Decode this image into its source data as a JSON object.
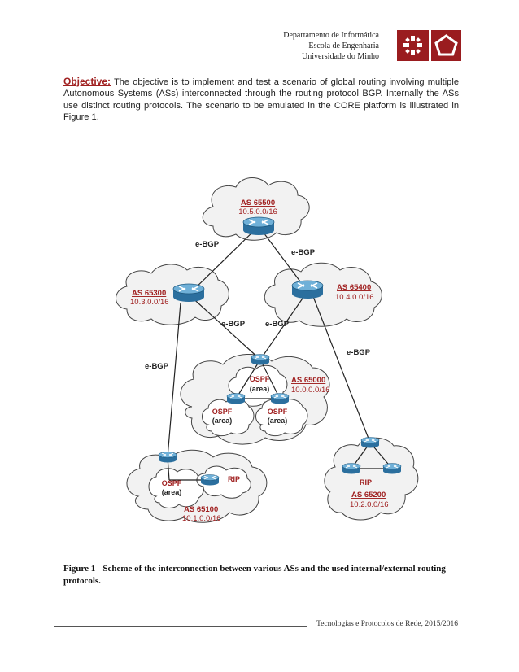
{
  "header": {
    "dept": "Departamento de Informática",
    "school": "Escola de Engenharia",
    "university": "Universidade do Minho"
  },
  "objective": {
    "label": "Objective:",
    "text": " The objective is to implement and test a scenario of global routing involving multiple Autonomous Systems (ASs) interconnected through the routing protocol BGP. Internally the ASs use distinct routing protocols. The scenario to be emulated in the CORE platform is illustrated in Figure 1."
  },
  "diagram": {
    "as65500": {
      "name": "AS 65500",
      "net": "10.5.0.0/16"
    },
    "as65300": {
      "name": "AS 65300",
      "net": "10.3.0.0/16"
    },
    "as65400": {
      "name": "AS 65400",
      "net": "10.4.0.0/16"
    },
    "as65000": {
      "name": "AS 65000",
      "net": "10.0.0.0/16"
    },
    "as65100": {
      "name": "AS 65100",
      "net": "10.1.0.0/16"
    },
    "as65200": {
      "name": "AS 65200",
      "net": "10.2.0.0/16"
    },
    "ebgp": "e-BGP",
    "ospf": "OSPF",
    "area": "(area)",
    "rip": "RIP",
    "colors": {
      "accent": "#a02020",
      "router": "#2b6f9e",
      "line": "#222222"
    }
  },
  "caption": "Figure 1 - Scheme of the interconnection between various ASs and the used internal/external routing protocols.",
  "footer": "Tecnologias e Protocolos de Rede, 2015/2016"
}
